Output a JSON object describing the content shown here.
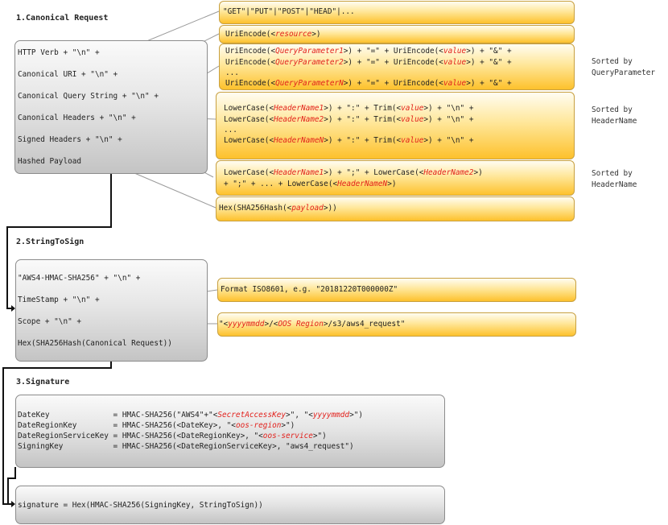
{
  "headings": {
    "canonical": "1.Canonical Request",
    "string_to_sign": "2.StringToSign",
    "signature": "3.Signature"
  },
  "canonical_request": {
    "lines": [
      "HTTP Verb + \"\\n\" +",
      "Canonical URI + \"\\n\" +",
      "Canonical Query String + \"\\n\" +",
      "Canonical Headers + \"\\n\" +",
      "Signed Headers + \"\\n\" +",
      "Hashed Payload"
    ],
    "verb_box": "\"GET\"|\"PUT\"|\"POST\"|\"HEAD\"|...",
    "uri_box": {
      "prefix": "UriEncode(<",
      "var": "resource",
      "suffix": ">)"
    },
    "query_box": {
      "line1": {
        "p1": "UriEncode(<",
        "v1": "QueryParameter1",
        "p2": ">) + \"=\" + UriEncode(<",
        "v2": "value",
        "p3": ">) + \"&\" +"
      },
      "line2": {
        "p1": "UriEncode(<",
        "v1": "QueryParameter2",
        "p2": ">) + \"=\" + UriEncode(<",
        "v2": "value",
        "p3": ">) + \"&\" +"
      },
      "ellipsis": "...",
      "line3": {
        "p1": "UriEncode(<",
        "v1": "QueryParameterN",
        "p2": ">) + \"=\" + UriEncode(<",
        "v2": "value",
        "p3": ">) + \"&\" +"
      }
    },
    "headers_box": {
      "line1": {
        "p1": "LowerCase(<",
        "v1": "HeaderName1",
        "p2": ">) + \":\" + Trim(<",
        "v2": "value",
        "p3": ">) + \"\\n\" +"
      },
      "line2": {
        "p1": "LowerCase(<",
        "v1": "HeaderName2",
        "p2": ">) + \":\" + Trim(<",
        "v2": "value",
        "p3": ">) + \"\\n\" +"
      },
      "ellipsis": "...",
      "line3": {
        "p1": "LowerCase(<",
        "v1": "HeaderNameN",
        "p2": ">) + \":\" + Trim(<",
        "v2": "value",
        "p3": ">) + \"\\n\" +"
      }
    },
    "signed_headers_box": {
      "line1": {
        "p1": "LowerCase(<",
        "v1": "HeaderName1",
        "p2": ">) + \";\" + LowerCase(<",
        "v2": "HeaderName2",
        "p3": ">)"
      },
      "line2": {
        "p1": "+ \";\" + ... + LowerCase(<",
        "v1": "HeaderNameN",
        "p2": ">)"
      }
    },
    "payload_box": {
      "prefix": "Hex(SHA256Hash(<",
      "var": "payload",
      "suffix": ">))"
    }
  },
  "notes": {
    "query": "Sorted by\nQueryParameter",
    "headers": "Sorted by\nHeaderName",
    "signed": "Sorted by\nHeaderName"
  },
  "string_to_sign": {
    "lines": [
      "\"AWS4-HMAC-SHA256\" + \"\\n\" +",
      "TimeStamp + \"\\n\" +",
      "Scope + \"\\n\" +",
      "Hex(SHA256Hash(Canonical Request))"
    ],
    "timestamp_box": "Format ISO8601, e.g. \"20181220T000000Z\"",
    "scope_box": {
      "p1": "\"<",
      "v1": "yyyymmdd",
      "p2": ">/<",
      "v2": "OOS Region",
      "p3": ">/s3/aws4_request\""
    }
  },
  "signature": {
    "line1": {
      "p1": "DateKey              = HMAC-SHA256(\"AWS4\"+\"<",
      "v1": "SecretAccessKey",
      "p2": ">\", \"<",
      "v2": "yyyymmdd",
      "p3": ">\")"
    },
    "line2": {
      "p1": "DateRegionKey        = HMAC-SHA256(<DateKey>, \"<",
      "v1": "oos-region",
      "p2": ">\")"
    },
    "line3": {
      "p1": "DateRegionServiceKey = HMAC-SHA256(<DateRegionKey>, \"<",
      "v1": "oos-service",
      "p2": ">\")"
    },
    "line4": "SigningKey           = HMAC-SHA256(<DateRegionServiceKey>, \"aws4_request\")",
    "final": "signature = Hex(HMAC-SHA256(SigningKey, StringToSign))"
  }
}
